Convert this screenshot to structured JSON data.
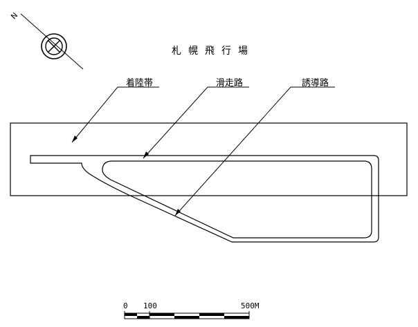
{
  "title": "札幌飛行場",
  "north_symbol": "N",
  "labels": {
    "landing_strip": "着陸帯",
    "runway": "滑走路",
    "taxiway": "誘導路"
  },
  "scale": {
    "tick_0": "0",
    "tick_100": "100",
    "tick_500": "500M"
  },
  "colors": {
    "line": "#000000",
    "background": "#ffffff"
  },
  "icons": {
    "compass": "compass-circle-cross-icon"
  }
}
